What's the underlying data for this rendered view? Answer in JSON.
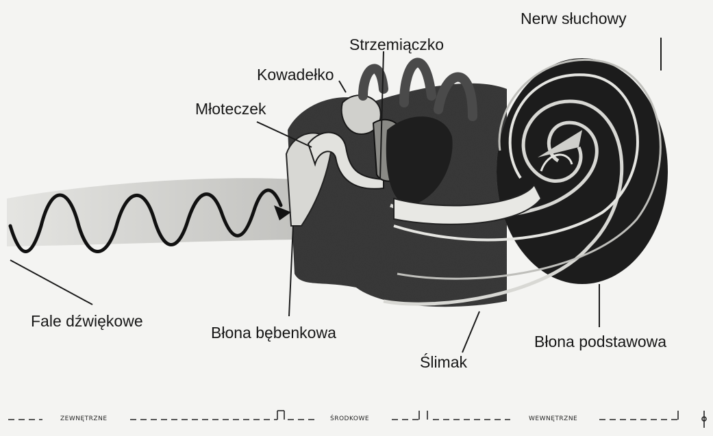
{
  "labels": {
    "auditory_nerve": "Nerw słuchowy",
    "stapes": "Strzemiączko",
    "incus": "Kowadełko",
    "malleus": "Młoteczek",
    "sound_waves": "Fale dźwiękowe",
    "eardrum": "Błona bębenkowa",
    "cochlea": "Ślimak",
    "basilar_membrane": "Błona podstawowa"
  },
  "sections": {
    "outer": "ZEWNĘTRZNE",
    "middle": "ŚRODKOWE",
    "inner": "WEWNĘTRZNE"
  }
}
